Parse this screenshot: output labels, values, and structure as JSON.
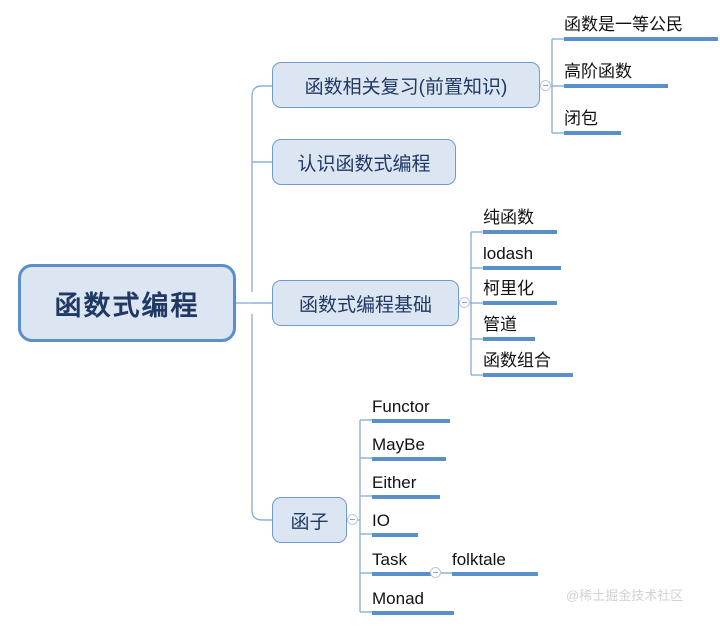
{
  "diagram": {
    "type": "mind-map",
    "title": "函数式编程",
    "colors": {
      "node_fill": "#dce6f2",
      "node_border": "#5b8fc9",
      "branch_border": "#6f9ad3",
      "leaf_bar": "#5b8fc9",
      "edge_line": "#8eb0d8",
      "root_text": "#1f3864",
      "leaf_text": "#111111",
      "watermark": "#d2d2d2",
      "background": "#ffffff"
    },
    "root": {
      "label": "函数式编程"
    },
    "branches": [
      {
        "label": "函数相关复习(前置知识)",
        "toggle": "collapse-minus-icon",
        "children": [
          {
            "label": "函数是一等公民"
          },
          {
            "label": "高阶函数"
          },
          {
            "label": "闭包"
          }
        ]
      },
      {
        "label": "认识函数式编程",
        "children": []
      },
      {
        "label": "函数式编程基础",
        "toggle": "collapse-minus-icon",
        "children": [
          {
            "label": "纯函数"
          },
          {
            "label": "lodash"
          },
          {
            "label": "柯里化"
          },
          {
            "label": "管道"
          },
          {
            "label": "函数组合"
          }
        ]
      },
      {
        "label": "函子",
        "toggle": "collapse-minus-icon",
        "children": [
          {
            "label": "Functor"
          },
          {
            "label": "MayBe"
          },
          {
            "label": "Either"
          },
          {
            "label": "IO"
          },
          {
            "label": "Task",
            "toggle": "collapse-minus-icon",
            "children": [
              {
                "label": "folktale"
              }
            ]
          },
          {
            "label": "Monad"
          }
        ]
      }
    ]
  },
  "watermark": {
    "text": "@稀土掘金技术社区"
  }
}
